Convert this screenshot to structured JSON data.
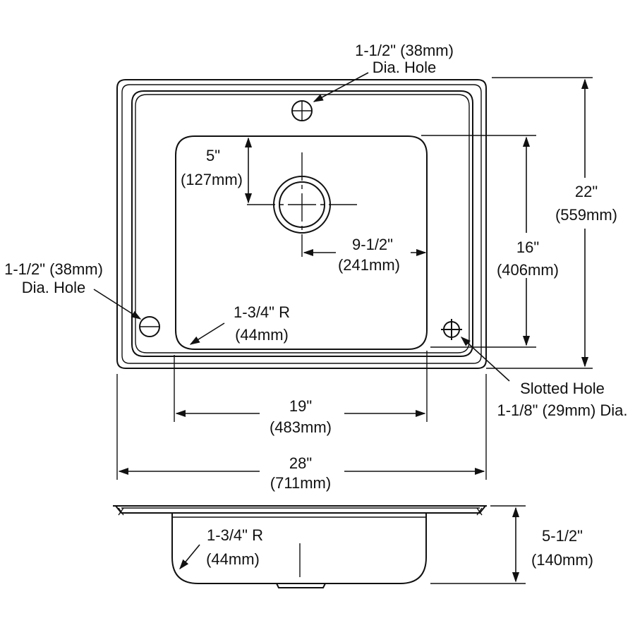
{
  "top_hole": {
    "size": "1-1/2\" (38mm)",
    "label": "Dia. Hole"
  },
  "side_hole": {
    "size": "1-1/2\" (38mm)",
    "label": "Dia. Hole"
  },
  "drain_offset": {
    "imperial": "5\"",
    "metric": "(127mm)"
  },
  "drain_to_side": {
    "imperial": "9-1/2\"",
    "metric": "(241mm)"
  },
  "corner_radius_top": {
    "imperial": "1-3/4\" R",
    "metric": "(44mm)"
  },
  "bowl_length": {
    "imperial": "16\"",
    "metric": "(406mm)"
  },
  "overall_length": {
    "imperial": "22\"",
    "metric": "(559mm)"
  },
  "bowl_width": {
    "imperial": "19\"",
    "metric": "(483mm)"
  },
  "overall_width": {
    "imperial": "28\"",
    "metric": "(711mm)"
  },
  "slotted_hole": {
    "label": "Slotted Hole",
    "size": "1-1/8\" (29mm) Dia."
  },
  "corner_radius_side": {
    "imperial": "1-3/4\" R",
    "metric": "(44mm)"
  },
  "bowl_depth": {
    "imperial": "5-1/2\"",
    "metric": "(140mm)"
  }
}
